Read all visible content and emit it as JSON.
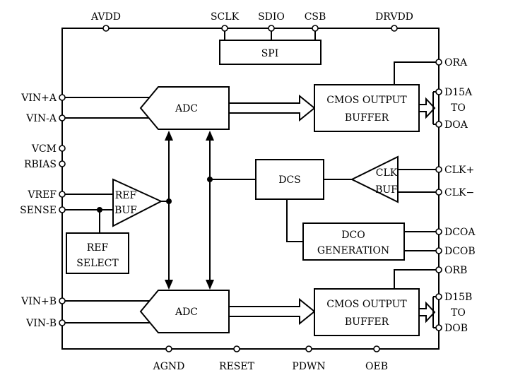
{
  "top_pins": {
    "avdd": "AVDD",
    "sclk": "SCLK",
    "sdio": "SDIO",
    "csb": "CSB",
    "drvdd": "DRVDD"
  },
  "bottom_pins": {
    "agnd": "AGND",
    "reset": "RESET",
    "pdwn": "PDWN",
    "oeb": "OEB"
  },
  "left_pins": {
    "vin_plus_a": "VIN+A",
    "vin_minus_a": "VIN-A",
    "vcm": "VCM",
    "rbias": "RBIAS",
    "vref": "VREF",
    "sense": "SENSE",
    "vin_plus_b": "VIN+B",
    "vin_minus_b": "VIN-B"
  },
  "right_pins": {
    "ora": "ORA",
    "d15a": "D15A",
    "to_a": "TO",
    "doa": "DOA",
    "clk_plus": "CLK+",
    "clk_minus": "CLK−",
    "dcoa": "DCOA",
    "dcob": "DCOB",
    "orb": "ORB",
    "d15b": "D15B",
    "to_b": "TO",
    "dob": "DOB"
  },
  "blocks": {
    "spi": "SPI",
    "adc_a": "ADC",
    "adc_b": "ADC",
    "cmos_a_line1": "CMOS OUTPUT",
    "cmos_a_line2": "BUFFER",
    "cmos_b_line1": "CMOS OUTPUT",
    "cmos_b_line2": "BUFFER",
    "dcs": "DCS",
    "clk_buf_line1": "CLK",
    "clk_buf_line2": "BUF",
    "ref_buf_line1": "REF",
    "ref_buf_line2": "BUF",
    "ref_select_line1": "REF",
    "ref_select_line2": "SELECT",
    "dco_gen_line1": "DCO",
    "dco_gen_line2": "GENERATION"
  }
}
